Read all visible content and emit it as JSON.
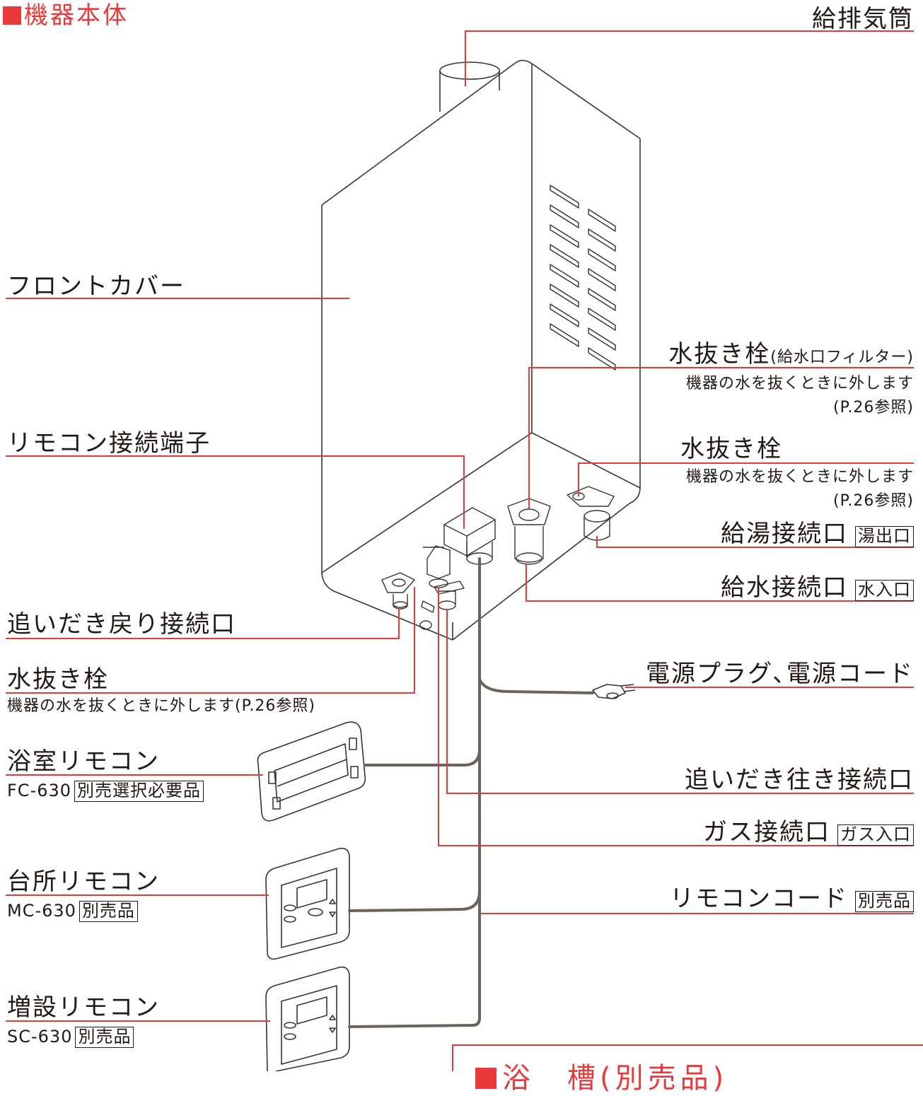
{
  "section_main": "機器本体",
  "section_tub": "浴　槽(別売品)",
  "labels": {
    "exhaust": "給排気筒",
    "front_cover": "フロントカバー",
    "drain_filter": "水抜き栓",
    "drain_filter_paren": "(給水口フィルター)",
    "drain_filter_desc": "機器の水を抜くときに外します",
    "drain_filter_ref": "(P.26参照)",
    "remote_terminal": "リモコン接続端子",
    "drain_right": "水抜き栓",
    "drain_right_desc": "機器の水を抜くときに外します",
    "drain_right_ref": "(P.26参照)",
    "hot_out": "給湯接続口",
    "hot_out_tag": "湯出口",
    "water_in": "給水接続口",
    "water_in_tag": "水入口",
    "reheat_return": "追いだき戻り接続口",
    "drain_left": "水抜き栓",
    "drain_left_desc": "機器の水を抜くときに外します(P.26参照)",
    "power": "電源プラグ､電源コード",
    "bath_remote": "浴室リモコン",
    "bath_remote_model": "FC-630",
    "bath_remote_tag": "別売選択必要品",
    "reheat_go": "追いだき往き接続口",
    "gas": "ガス接続口",
    "gas_tag": "ガス入口",
    "kitchen_remote": "台所リモコン",
    "kitchen_remote_model": "MC-630",
    "kitchen_remote_tag": "別売品",
    "remote_cord": "リモコンコード",
    "remote_cord_tag": "別売品",
    "extra_remote": "増設リモコン",
    "extra_remote_model": "SC-630",
    "extra_remote_tag": "別売品"
  },
  "colors": {
    "leader": "#e83a3a",
    "outline": "#3a3330",
    "cord": "#6b6259",
    "text": "#231815"
  }
}
